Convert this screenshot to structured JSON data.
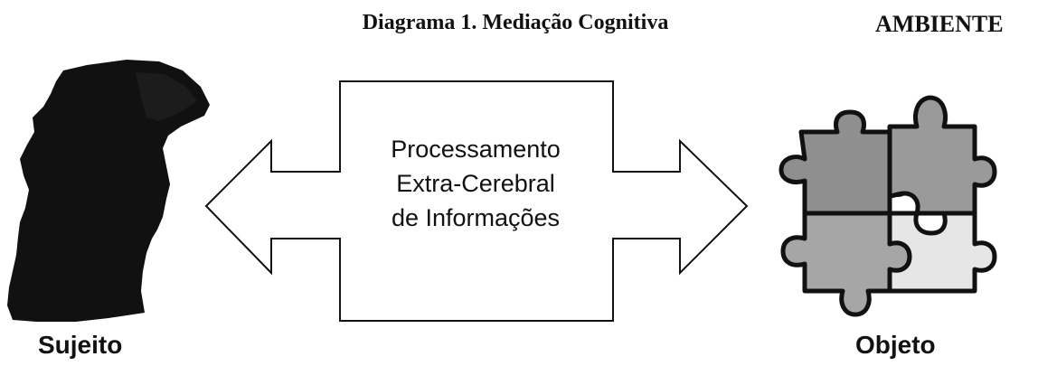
{
  "title": "Diagrama 1. Mediação Cognitiva",
  "environment_label": "AMBIENTE",
  "center": {
    "lines": [
      "Processamento",
      "Extra-Cerebral",
      "de Informações"
    ]
  },
  "subject_label": "Sujeito",
  "object_label": "Objeto",
  "colors": {
    "ink": "#111111",
    "puzzle_dark": "#8a8a8a",
    "puzzle_mid": "#a3a3a3",
    "puzzle_light": "#e4e4e4"
  }
}
